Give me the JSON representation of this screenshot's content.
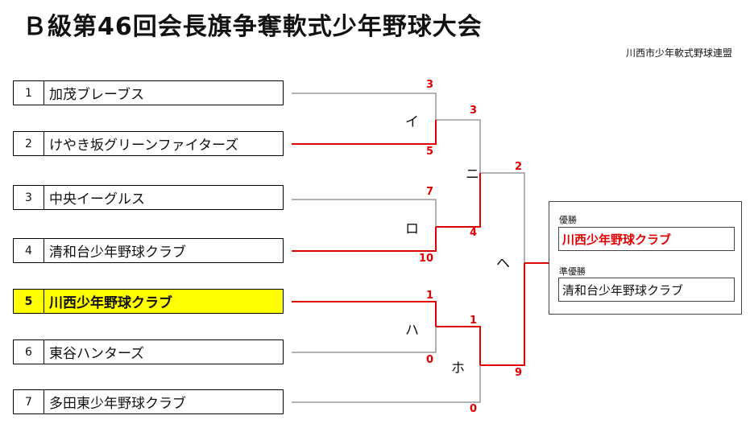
{
  "title": "Ｂ級第46回会長旗争奪軟式少年野球大会",
  "organizer": "川西市少年軟式野球連盟",
  "teams": [
    {
      "no": "1",
      "name": "加茂ブレーブス"
    },
    {
      "no": "2",
      "name": "けやき坂グリーンファイターズ"
    },
    {
      "no": "3",
      "name": "中央イーグルス"
    },
    {
      "no": "4",
      "name": "清和台少年野球クラブ"
    },
    {
      "no": "5",
      "name": "川西少年野球クラブ"
    },
    {
      "no": "6",
      "name": "東谷ハンターズ"
    },
    {
      "no": "7",
      "name": "多田東少年野球クラブ"
    }
  ],
  "matches": {
    "i": {
      "label": "イ",
      "score_top": "3",
      "score_bottom": "5"
    },
    "ro": {
      "label": "ロ",
      "score_top": "7",
      "score_bottom": "10"
    },
    "ha": {
      "label": "ハ",
      "score_top": "1",
      "score_bottom": "0"
    },
    "ni": {
      "label": "ニ",
      "score_top": "3",
      "score_bottom": "4"
    },
    "ho": {
      "label": "ホ",
      "score_top": "1",
      "score_bottom": "0"
    },
    "he": {
      "label": "ヘ",
      "score_top": "2",
      "score_bottom": "9"
    }
  },
  "results": {
    "winner_label": "優勝",
    "winner": "川西少年野球クラブ",
    "runner_up_label": "準優勝",
    "runner_up": "清和台少年野球クラブ"
  },
  "colors": {
    "win_line": "#e00000",
    "lose_line": "#999999",
    "champion_highlight": "#ffff00"
  }
}
